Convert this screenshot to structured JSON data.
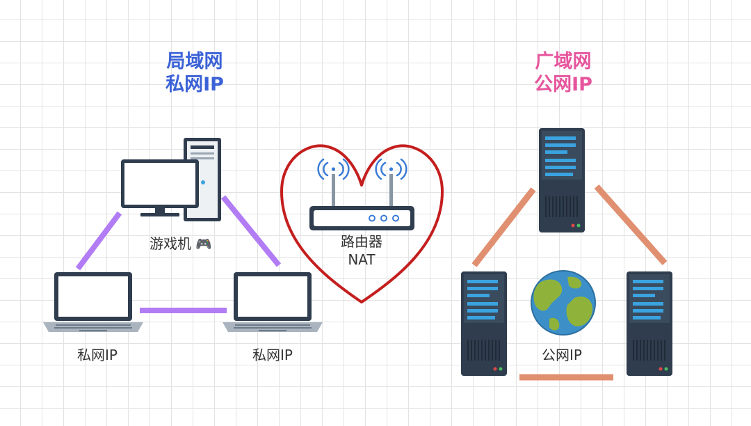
{
  "lan": {
    "title_line1": "局域网",
    "title_line2": "私网IP",
    "color": "#3b62d6",
    "gaming_console_label": "游戏机",
    "gaming_console_icon": "game-controller-icon",
    "laptop_left_label": "私网IP",
    "laptop_right_label": "私网IP",
    "link_color": "#b27cf5"
  },
  "router": {
    "label_line1": "路由器",
    "label_line2": "NAT",
    "heart_color": "#c41e1e",
    "icon": "wifi-router-icon"
  },
  "wan": {
    "title_line1": "广域网",
    "title_line2": "公网IP",
    "color": "#e6559d",
    "public_label": "公网IP",
    "link_color": "#e09070",
    "globe_icon": "globe-icon",
    "server_icon": "server-rack-icon"
  }
}
